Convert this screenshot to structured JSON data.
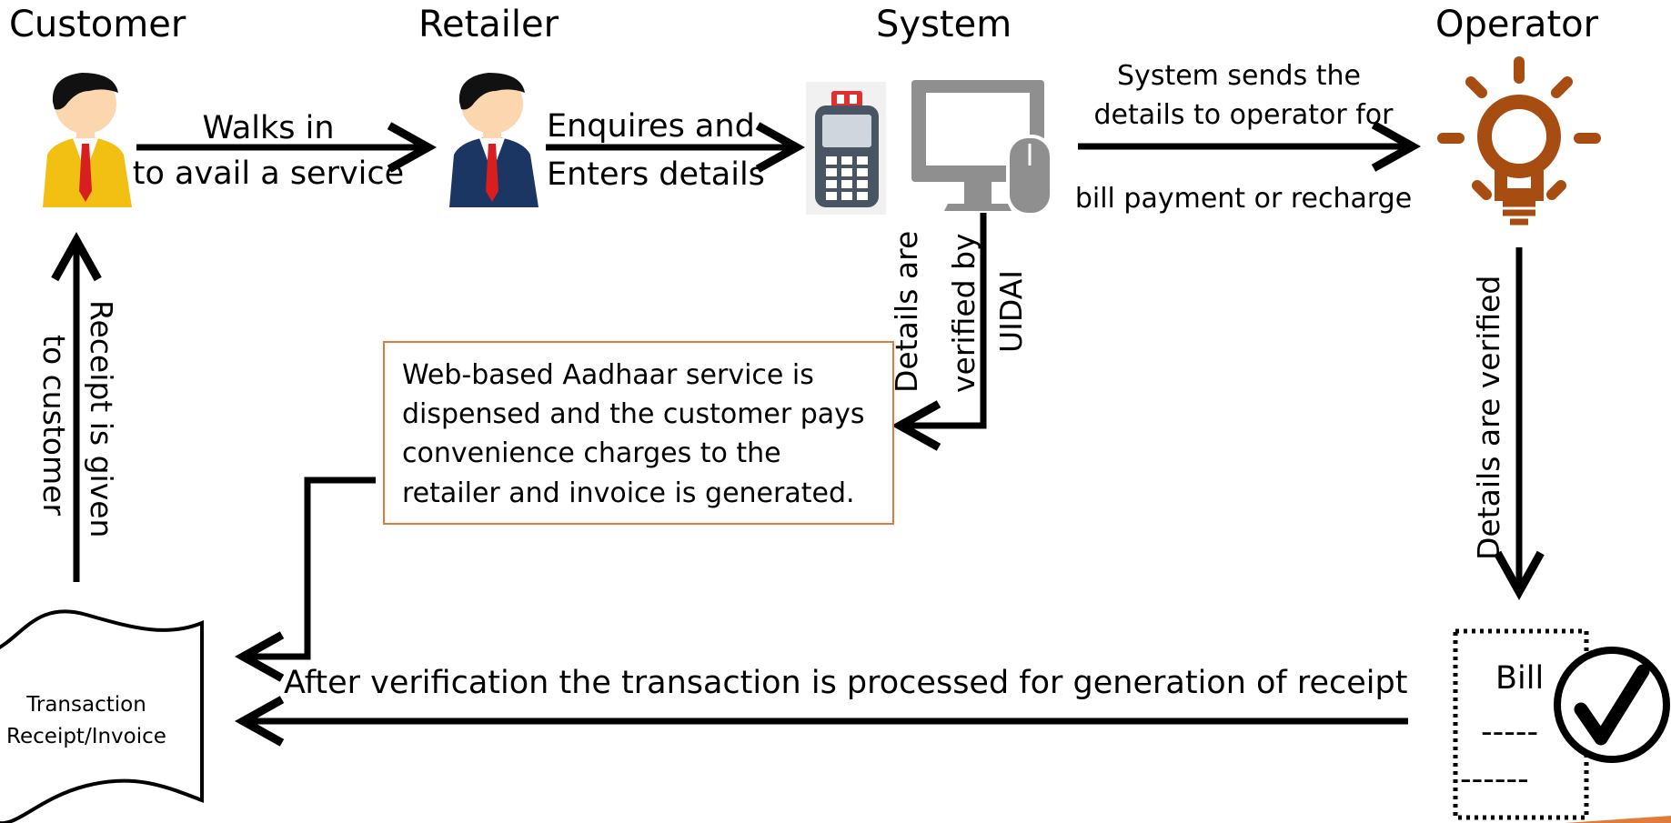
{
  "actors": {
    "customer": "Customer",
    "retailer": "Retailer",
    "system": "System",
    "operator": "Operator"
  },
  "flows": {
    "walks_in_1": "Walks in",
    "walks_in_2": "to avail a service",
    "enquires_1": "Enquires and",
    "enquires_2": "Enters details",
    "sends_1": "System sends the",
    "sends_2": "details to operator for",
    "sends_3": "bill payment or recharge",
    "uidai_1": "Details are",
    "uidai_2": "verified by",
    "uidai_3": "UIDAI",
    "operator_verified": "Details are verified",
    "receipt_1": "Receipt is  given",
    "receipt_2": "to customer",
    "processed": "After verification the transaction is processed for generation of receipt"
  },
  "service_box": {
    "line1": "Web-based Aadhaar service is",
    "line2": "dispensed and the customer pays",
    "line3": "convenience charges to the",
    "line4": "retailer  and invoice is generated."
  },
  "document": {
    "line1": "Transaction",
    "line2": "Receipt/Invoice"
  },
  "bill": {
    "title": "Bill",
    "line1": "-----",
    "line2": "------"
  },
  "colors": {
    "customer_jacket": "#f2c012",
    "retailer_jacket": "#1c3664",
    "tie": "#d81e1e",
    "skin": "#fcd6ae",
    "monitor": "#8f8f8f",
    "device": "#4a5563",
    "device_top": "#e0302f",
    "operator_bulb": "#a84d11",
    "box_border": "#e07b39",
    "accent_corner": "#e07b39"
  }
}
